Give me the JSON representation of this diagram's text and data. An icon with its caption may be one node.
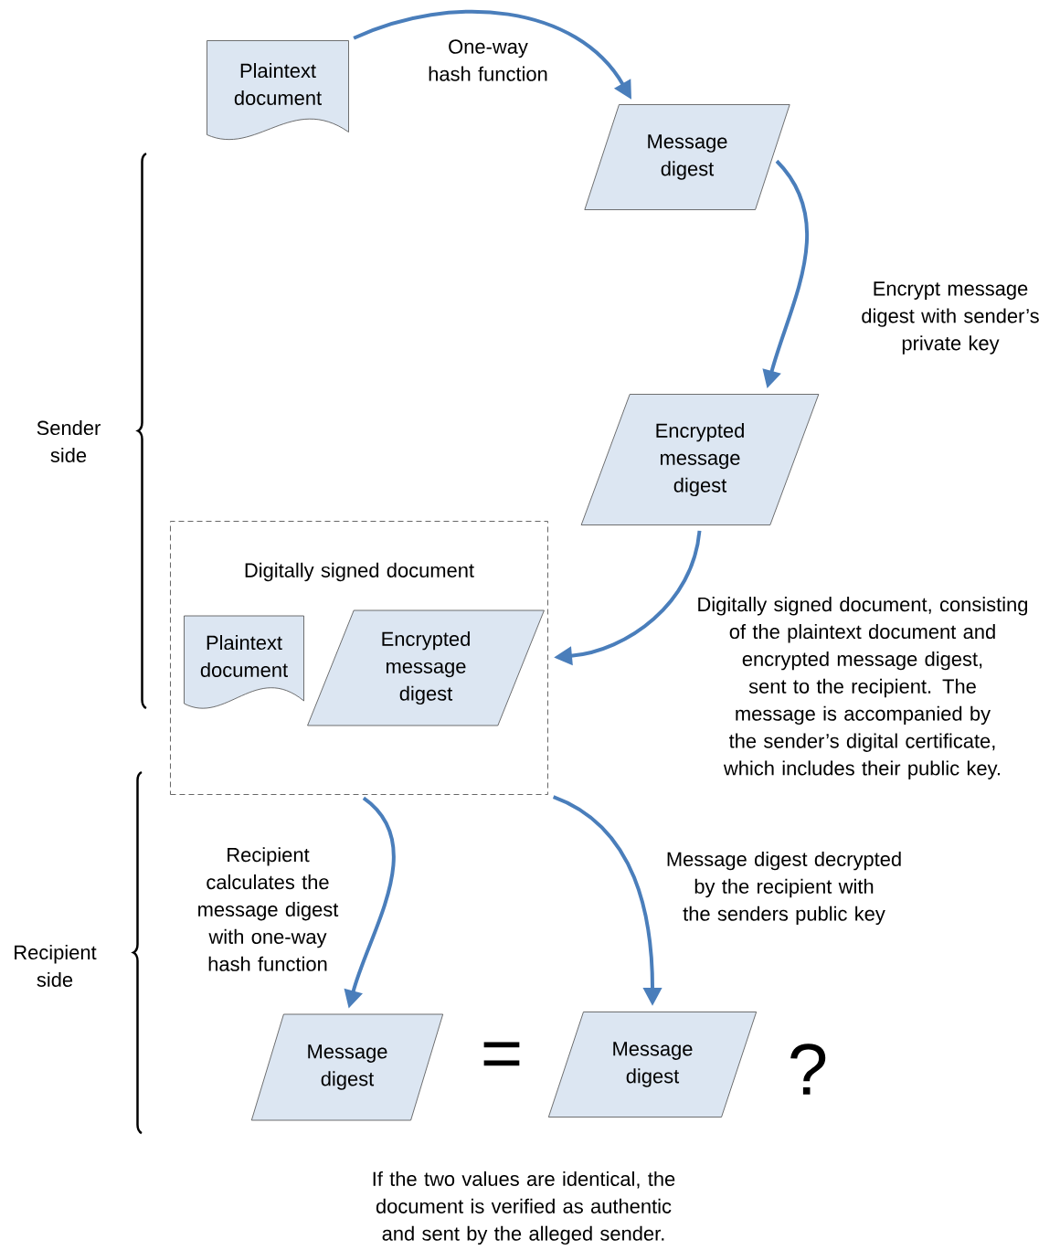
{
  "diagram": {
    "nodes": [
      {
        "text": [
          "Plaintext document"
        ]
      },
      {
        "text": [
          "Message digest"
        ]
      },
      {
        "text": [
          "Encrypted message digest"
        ]
      },
      {
        "text": [
          "Digitally signed document"
        ]
      },
      {
        "text": [
          "Plaintext document"
        ],
        "in": 3
      },
      {
        "text": [
          "Encrypted message digest"
        ],
        "in": 3
      },
      {
        "text": [
          "Message digest"
        ]
      },
      {
        "text": [
          "Message digest"
        ]
      }
    ],
    "edges": [
      {
        "from": 0,
        "to": 1,
        "arrow": "to",
        "label": "One-way hash function"
      },
      {
        "from": 1,
        "to": 2,
        "arrow": "to",
        "label": "Encrypt message digest with sender’s private key"
      },
      {
        "from": 2,
        "to": 3,
        "arrow": "to",
        "label": "Digitally signed document, consisting of the plaintext document and encrypted message digest, sent to the recipient. The message is accompanied by the sender’s digital certificate, which includes their public key."
      },
      {
        "from": 3,
        "to": 6,
        "arrow": "to",
        "label": "Recipient calculates the message digest with one-way hash function"
      },
      {
        "from": 3,
        "to": 7,
        "arrow": "to",
        "label": "Message digest decrypted by the recipient with the senders public key"
      }
    ],
    "labels": [
      "Sender side",
      "Recipient side",
      "=",
      "?",
      "If the two values are identical, the document is verified as authentic and sent by the alleged sender."
    ]
  }
}
